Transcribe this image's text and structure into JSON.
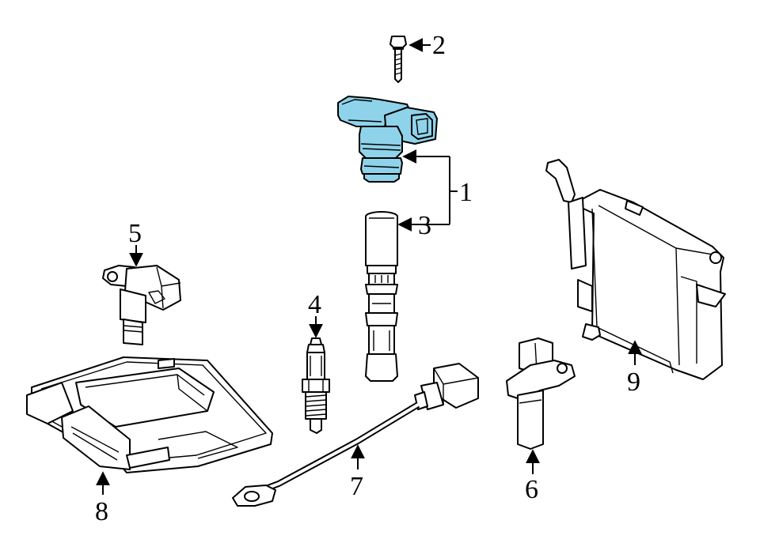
{
  "highlight_color": "#8fd3ea",
  "callouts": [
    {
      "id": "1",
      "label": "1"
    },
    {
      "id": "2",
      "label": "2"
    },
    {
      "id": "3",
      "label": "3"
    },
    {
      "id": "4",
      "label": "4"
    },
    {
      "id": "5",
      "label": "5"
    },
    {
      "id": "6",
      "label": "6"
    },
    {
      "id": "7",
      "label": "7"
    },
    {
      "id": "8",
      "label": "8"
    },
    {
      "id": "9",
      "label": "9"
    }
  ],
  "parts": [
    {
      "callout": "1",
      "name": "camshaft-position-sensor",
      "highlighted": true
    },
    {
      "callout": "2",
      "name": "bolt",
      "highlighted": false
    },
    {
      "callout": "3",
      "name": "seal-sleeve",
      "highlighted": false
    },
    {
      "callout": "4",
      "name": "spark-plug",
      "highlighted": false
    },
    {
      "callout": "5",
      "name": "sensor",
      "highlighted": false
    },
    {
      "callout": "6",
      "name": "crankshaft-sensor",
      "highlighted": false
    },
    {
      "callout": "7",
      "name": "knock-sensor",
      "highlighted": false
    },
    {
      "callout": "8",
      "name": "engine-control-module",
      "highlighted": false
    },
    {
      "callout": "9",
      "name": "control-module-bracket",
      "highlighted": false
    }
  ]
}
